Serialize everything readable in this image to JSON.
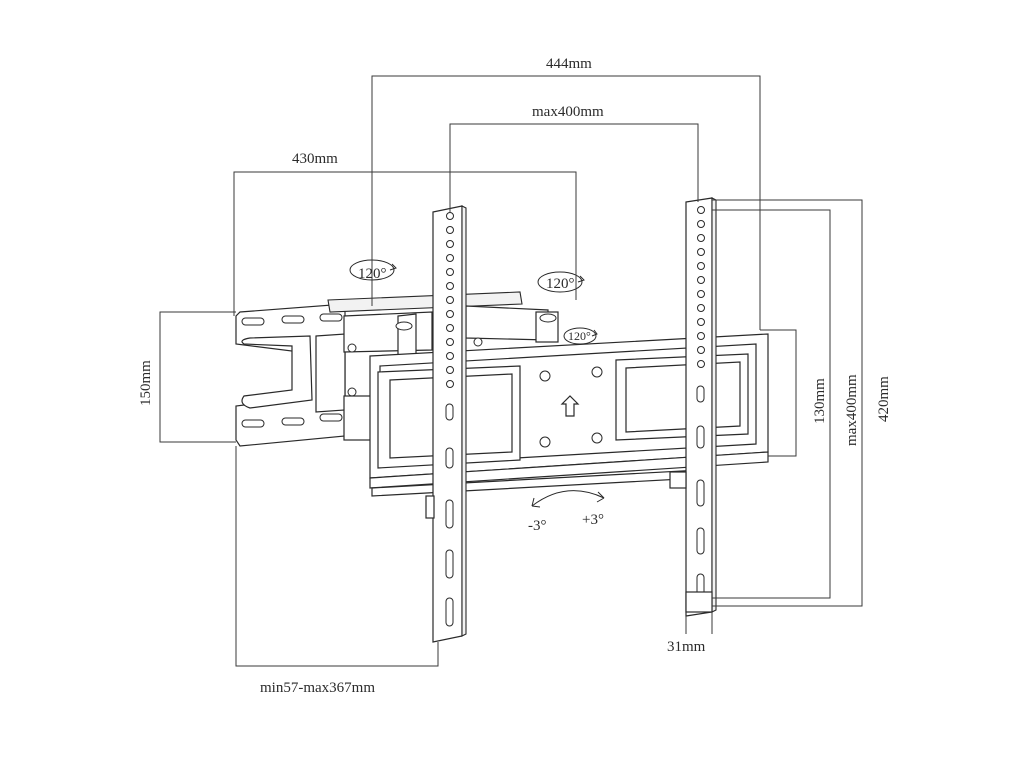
{
  "dimensions": {
    "total_depth": "444mm",
    "vesa_max_width": "max400mm",
    "wall_plate_width": "430mm",
    "wall_plate_height": "150mm",
    "hole_spacing": "130mm",
    "vesa_max_height": "max400mm",
    "bracket_height": "420mm",
    "profile": "31mm",
    "extension": "min57-max367mm"
  },
  "rotations": {
    "swivel_left": "120°",
    "swivel_middle": "120°",
    "swivel_right": "120°"
  },
  "tilt": {
    "minus": "-3°",
    "plus": "+3°"
  },
  "colors": {
    "line": "#2a2a2a",
    "fill_light": "#f2f2f2",
    "background": "#ffffff"
  }
}
